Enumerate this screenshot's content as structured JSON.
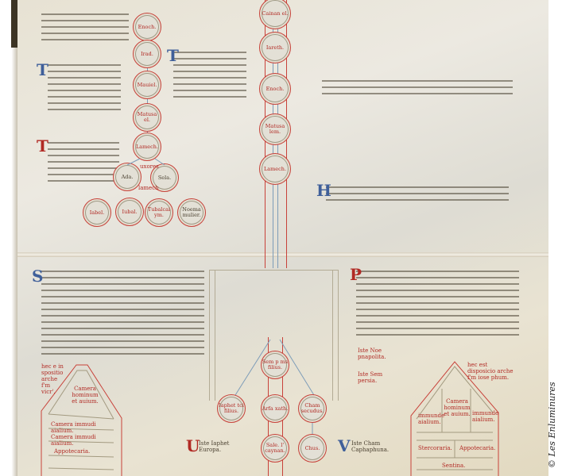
{
  "left_tree": [
    {
      "id": "enoch",
      "label": "Enoch."
    },
    {
      "id": "irad",
      "label": "Irad."
    },
    {
      "id": "maviael",
      "label": "Mauiel."
    },
    {
      "id": "mathusael",
      "label": "Matusa el."
    },
    {
      "id": "lamech",
      "label": "Lamech."
    },
    {
      "id": "ada",
      "label": "Ada."
    },
    {
      "id": "sella",
      "label": "Sela."
    },
    {
      "id": "jabel",
      "label": "Iabel."
    },
    {
      "id": "jubal",
      "label": "Iubal."
    },
    {
      "id": "tubalcain",
      "label": "Tubalcai ym."
    },
    {
      "id": "noema",
      "label": "Noema mulier."
    }
  ],
  "wives_label": "uxores",
  "lamech_label": "lamech",
  "center_column": [
    {
      "id": "cainan",
      "label": "Cainan el."
    },
    {
      "id": "iared",
      "label": "Iareth."
    },
    {
      "id": "enoch",
      "label": "Enoch."
    },
    {
      "id": "mathusalem",
      "label": "Matusa lem."
    },
    {
      "id": "lamech",
      "label": "Lamech."
    }
  ],
  "bottom_tree": [
    {
      "id": "sem",
      "label": "Sem p ms filius."
    },
    {
      "id": "japhet",
      "label": "Iaphet tci filius."
    },
    {
      "id": "arfaxat",
      "label": "Arfa xath."
    },
    {
      "id": "cham",
      "label": "Cham secudus."
    },
    {
      "id": "sale",
      "label": "Sale. l' caynan."
    },
    {
      "id": "chus",
      "label": "Chus."
    }
  ],
  "captions": {
    "japhet_europe": "Iste Iaphet Europa.",
    "cham_africa": "Iste Cham Caphaphuna.",
    "noe_ark": "Iste Noe pnapolita.",
    "sem_asia": "Iste Sem persia."
  },
  "left_house": {
    "note": "hec e in spositio arche f'm vicr'.",
    "rooms": [
      "Camera hominum et auium.",
      "Camera immudi aialium.",
      "Camera immudi aialium.",
      "Appotecaria."
    ]
  },
  "right_house": {
    "note": "hec est disposicio arche f'm iose phum.",
    "rooms": [
      "Camera hominum et auium.",
      "immunde aialium.",
      "immunde aialium.",
      "Stercoraria.",
      "Appotecaria.",
      "Sentina."
    ]
  },
  "copyright": "© Les Enluminures",
  "colors": {
    "rubric": "#b12a24",
    "initial_blue": "#3f5f9a",
    "parchment": "#e7e2d3"
  }
}
